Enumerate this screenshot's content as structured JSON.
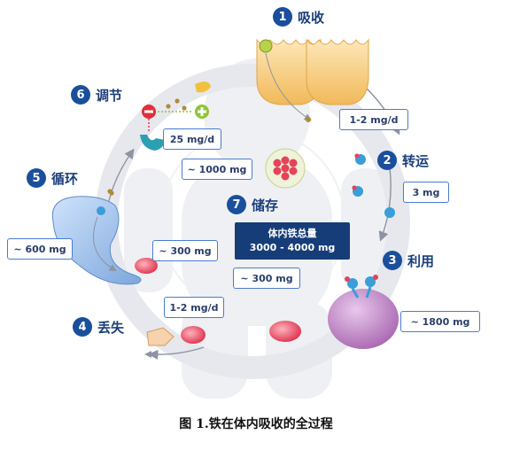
{
  "steps": [
    {
      "num": "1",
      "label": "吸收"
    },
    {
      "num": "2",
      "label": "转运"
    },
    {
      "num": "3",
      "label": "利用"
    },
    {
      "num": "4",
      "label": "丢失"
    },
    {
      "num": "5",
      "label": "循环"
    },
    {
      "num": "6",
      "label": "调节"
    },
    {
      "num": "7",
      "label": "储存"
    }
  ],
  "values": {
    "absorption": "1-2 mg/d",
    "regulation": "25 mg/d",
    "storage": "~ 1000 mg",
    "transport": "3 mg",
    "circulation_pool": "~ 600 mg",
    "macrophage": "~ 300 mg",
    "loss": "1-2 mg/d",
    "muscle": "~ 300 mg",
    "marrow": "~ 1800 mg"
  },
  "total": {
    "title": "体内铁总量",
    "value": "3000 - 4000 mg"
  },
  "caption": "图 1.铁在体内吸收的全过程",
  "colors": {
    "step_circle": "#1a4f9c",
    "step_text": "#1a3f7a",
    "box_border": "#4a7bd0",
    "total_box": "#163d78",
    "ring": "#e6e8ee",
    "rbc": "#e8415a",
    "transferrin": "#3a9ed8",
    "iron_dot": "#b08a3c"
  }
}
